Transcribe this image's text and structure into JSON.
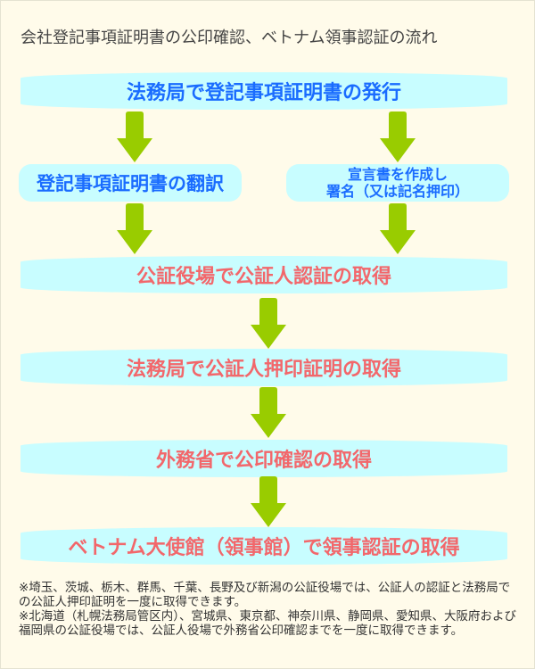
{
  "title": "会社登記事項証明書の公印確認、ベトナム領事認証の流れ",
  "colors": {
    "background": "#fffbea",
    "band": "#c8fdff",
    "text_blue": "#1a6cff",
    "text_pink": "#f2676b",
    "arrow": "#99cc00",
    "title_text": "#444444"
  },
  "steps": {
    "issue": "法務局で登記事項証明書の発行",
    "translation": "登記事項証明書の翻訳",
    "declaration_line1": "宣言書を作成し",
    "declaration_line2": "署名（又は記名押印）",
    "notary": "公証役場で公証人認証の取得",
    "legal_affairs": "法務局で公証人押印証明の取得",
    "mofa": "外務省で公印確認の取得",
    "embassy": "ベトナム大使館（領事館）で領事認証の取得"
  },
  "notes": [
    "※埼玉、茨城、栃木、群馬、千葉、長野及び新潟の公証役場では、公証人の認証と法務局での公証人押印証明を一度に取得できます。",
    "※北海道（札幌法務局管区内）、宮城県、東京都、神奈川県、静岡県、愛知県、大阪府および福岡県の公証役場では、公証人役場で外務省公印確認までを一度に取得できます。"
  ]
}
